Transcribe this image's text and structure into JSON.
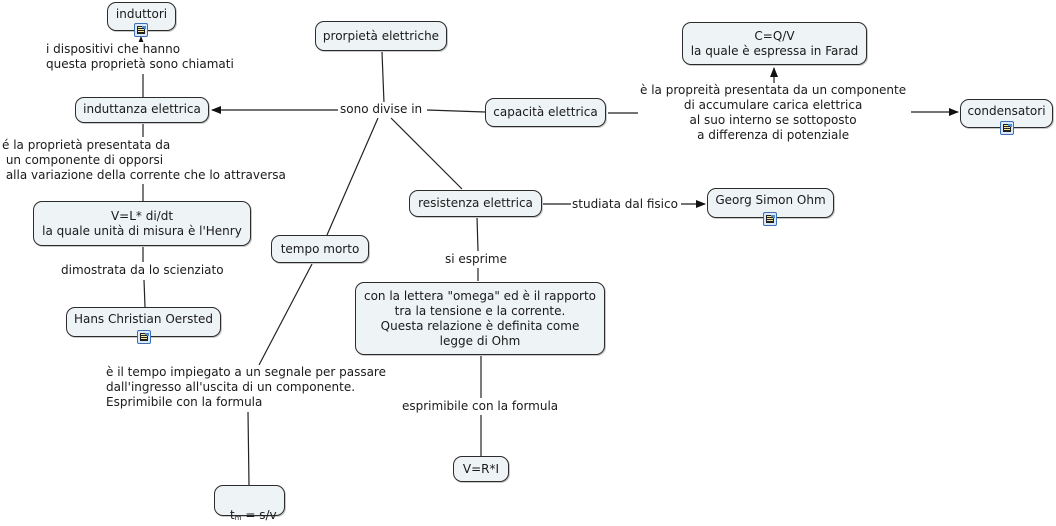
{
  "map_title": "proprietà elettriche concept map",
  "nodes": {
    "induttori": "induttori",
    "proprieta_elettriche": "prorpietà elettriche",
    "induttanza": "induttanza elettrica",
    "capacita": "capacità elettrica",
    "cqv": "C=Q/V\nla quale è espressa in Farad",
    "condensatori": "condensatori",
    "vldidt": "V=L* di/dt\nla quale unità di misura è l'Henry",
    "resistenza": "resistenza elettrica",
    "georg_ohm": "Georg Simon Ohm",
    "tempo_morto": "tempo morto",
    "hans_oersted": "Hans Christian Oersted",
    "omega": "con la lettera \"omega\" ed è il rapporto\ntra la tensione e la corrente.\nQuesta relazione è definita come\nlegge di Ohm",
    "vri": "V=R*I",
    "tm_base": "t",
    "tm_sub": "m",
    "tm_rest": " = s/v"
  },
  "links": {
    "dispositivi": "i dispositivi che hanno\nquesta proprietà sono chiamati",
    "sono_divise": "sono divise in",
    "prop_induttanza": "é la proprietà presentata da\n un componente di opporsi\n alla variazione della corrente che lo attraversa",
    "prop_capacita": "è la propreità presentata da un componente\ndi accumulare carica elettrica\nal suo interno se sottoposto\na differenza di potenziale",
    "dimostrata": "dimostrata da lo scienziato",
    "studiata": "studiata dal fisico",
    "si_esprime": "si esprime",
    "tempo_def": "è il tempo impiegato a un segnale per passare\ndall'ingresso all'uscita di un componente.\nEsprimibile con la formula",
    "esprimibile": "esprimibile con la formula"
  },
  "resources": {
    "icon": "document-image-icon",
    "attached_to": [
      "induttori",
      "condensatori",
      "Georg Simon Ohm",
      "Hans Christian Oersted"
    ]
  },
  "colors": {
    "node_fill": "#eef3f5",
    "node_border": "#2b2b2b",
    "line": "#1a1a1a",
    "resource_border": "#3b6fb6"
  }
}
